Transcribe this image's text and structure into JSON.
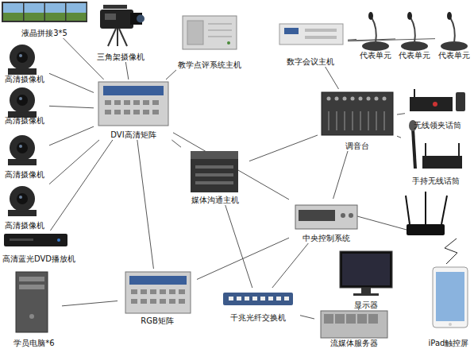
{
  "diagram": {
    "nodes": [
      {
        "text": [
          "液晶拼接3*5"
        ]
      },
      {
        "text": [
          "三角架摄像机"
        ]
      },
      {
        "text": [
          "教学点评系统主机"
        ]
      },
      {
        "text": [
          "数字会议主机"
        ]
      },
      {
        "text": [
          "代表单元"
        ]
      },
      {
        "text": [
          "代表单元"
        ]
      },
      {
        "text": [
          "代表单元"
        ]
      },
      {
        "text": [
          "高清摄像机"
        ]
      },
      {
        "text": [
          "高清摄像机"
        ]
      },
      {
        "text": [
          "高清摄像机"
        ]
      },
      {
        "text": [
          "高清摄像机"
        ]
      },
      {
        "text": [
          "DVI高清矩阵"
        ]
      },
      {
        "text": [
          "调音台"
        ]
      },
      {
        "text": [
          "无线领夹话筒"
        ]
      },
      {
        "text": [
          "手持无线话筒"
        ]
      },
      {
        "text": [
          "媒体沟通主机"
        ]
      },
      {
        "text": [
          "中央控制系统"
        ]
      },
      {
        "text": [
          "高清蓝光DVD播放机"
        ]
      },
      {
        "text": [
          "学员电脑*6"
        ]
      },
      {
        "text": [
          "RGB矩阵"
        ]
      },
      {
        "text": [
          "千兆光纤交换机"
        ]
      },
      {
        "text": [
          "显示器"
        ]
      },
      {
        "text": [
          "流媒体服务器"
        ]
      },
      {
        "text": [
          "iPad触控屏"
        ]
      }
    ],
    "edges": [
      {
        "from": 0,
        "to": 11,
        "arrow": "none"
      },
      {
        "from": 1,
        "to": 11,
        "arrow": "none"
      },
      {
        "from": 7,
        "to": 11,
        "arrow": "none"
      },
      {
        "from": 8,
        "to": 11,
        "arrow": "none"
      },
      {
        "from": 9,
        "to": 11,
        "arrow": "none"
      },
      {
        "from": 10,
        "to": 11,
        "arrow": "none"
      },
      {
        "from": 2,
        "to": 11,
        "arrow": "none"
      },
      {
        "from": 3,
        "to": 4,
        "arrow": "none"
      },
      {
        "from": 3,
        "to": 5,
        "arrow": "none"
      },
      {
        "from": 3,
        "to": 6,
        "arrow": "none"
      },
      {
        "from": 3,
        "to": 12,
        "arrow": "none"
      },
      {
        "from": 12,
        "to": 13,
        "arrow": "none"
      },
      {
        "from": 12,
        "to": 14,
        "arrow": "none"
      },
      {
        "from": 12,
        "to": 15,
        "arrow": "none"
      },
      {
        "from": 11,
        "to": 15,
        "arrow": "none"
      },
      {
        "from": 16,
        "to": 11,
        "arrow": "none"
      },
      {
        "from": 16,
        "to": 12,
        "arrow": "none"
      },
      {
        "from": 16,
        "to": 19,
        "arrow": "none"
      },
      {
        "from": 17,
        "to": 11,
        "arrow": "none"
      },
      {
        "from": 18,
        "to": 19,
        "arrow": "none"
      },
      {
        "from": 19,
        "to": 11,
        "arrow": "none"
      },
      {
        "from": 15,
        "to": 20,
        "arrow": "none"
      },
      {
        "from": 20,
        "to": 22,
        "arrow": "none"
      },
      {
        "from": 20,
        "to": 16,
        "arrow": "none"
      },
      {
        "from": 22,
        "to": 21,
        "arrow": "none"
      }
    ]
  }
}
